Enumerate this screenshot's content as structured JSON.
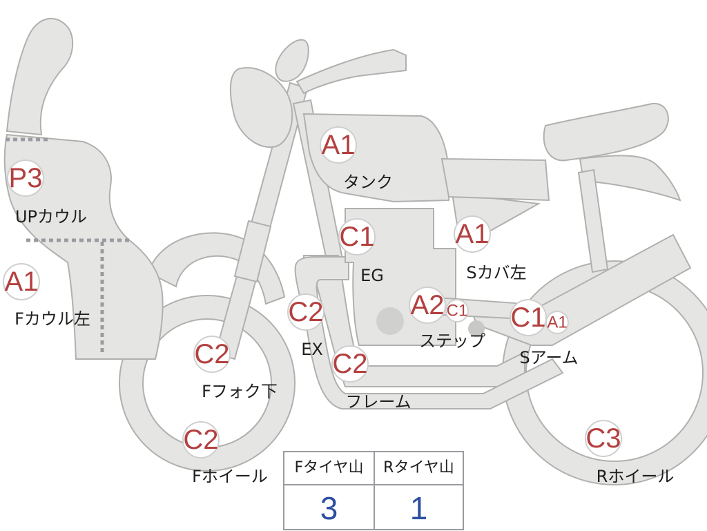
{
  "parts": {
    "up_cowl": {
      "grade": "P3",
      "label": "UPカウル"
    },
    "f_cowl_left": {
      "grade": "A1",
      "label": "Fカウル左"
    },
    "tank": {
      "grade": "A1",
      "label": "タンク"
    },
    "engine": {
      "grade": "C1",
      "label": "EG"
    },
    "s_cover_left": {
      "grade": "A1",
      "label": "Sカバ左"
    },
    "exhaust": {
      "grade": "C2",
      "label": "EX"
    },
    "step": {
      "grade": "A2",
      "sub_grade": "C1",
      "label": "ステップ"
    },
    "swing_arm": {
      "grade": "C1",
      "sub_grade": "A1",
      "label": "Sアーム"
    },
    "f_fork_lower": {
      "grade": "C2",
      "label": "Fフォク下"
    },
    "frame": {
      "grade": "C2",
      "label": "フレーム"
    },
    "f_wheel": {
      "grade": "C2",
      "label": "Fホイール"
    },
    "r_wheel": {
      "grade": "C3",
      "label": "Rホイール"
    }
  },
  "tire_table": {
    "front": {
      "header": "Fタイヤ山",
      "value": "3"
    },
    "rear": {
      "header": "Rタイヤ山",
      "value": "1"
    }
  },
  "colors": {
    "grade_text": "#b3403f",
    "tire_value": "#2c4ea0",
    "part_fill": "#e5e5e3",
    "part_stroke": "#b0b0ae"
  }
}
